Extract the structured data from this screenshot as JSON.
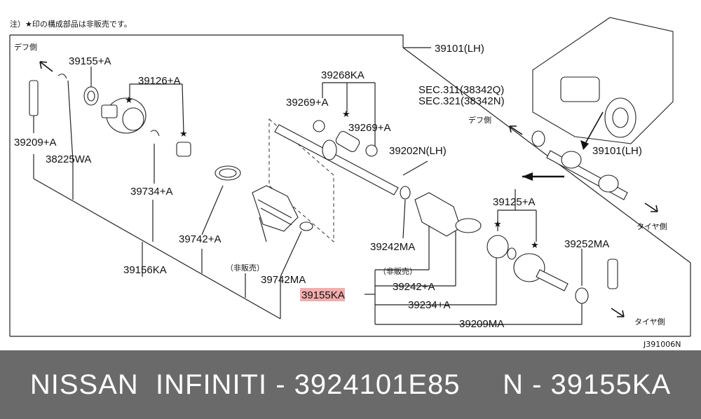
{
  "diagram": {
    "note": "注）★印の構成部品は非販売です。",
    "diff_side_left": "デフ側",
    "diff_side_right": "デフ側",
    "tire_side_upper": "タイヤ側",
    "tire_side_lower": "タイヤ側",
    "not_sold_1": "（非販売）",
    "not_sold_2": "（非販売）",
    "drawing_id": "J391006N",
    "highlight_color": "#f08a8a",
    "parts": {
      "p39101_top": "39101(LH)",
      "p39101_right": "39101(LH)",
      "sec311": "SEC.311(38342Q)",
      "sec321": "SEC.321(38342N)",
      "p39155a": "39155+A",
      "p39126a": "39126+A",
      "p39209a": "39209+A",
      "p38225wa": "38225WA",
      "p39734a": "39734+A",
      "p39742a": "39742+A",
      "p39156ka": "39156KA",
      "p39742ma": "39742MA",
      "p39155ka": "39155KA",
      "p39268ka": "39268KA",
      "p39269a_1": "39269+A",
      "p39269a_2": "39269+A",
      "p39202n": "39202N(LH)",
      "p39242ma": "39242MA",
      "p39242a": "39242+A",
      "p39234a": "39234+A",
      "p39209ma": "39209MA",
      "p39125a": "39125+A",
      "p39252ma": "39252MA"
    }
  },
  "footer": {
    "text": "NISSAN  INFINITI - 3924101E85     N - 39155KA"
  }
}
